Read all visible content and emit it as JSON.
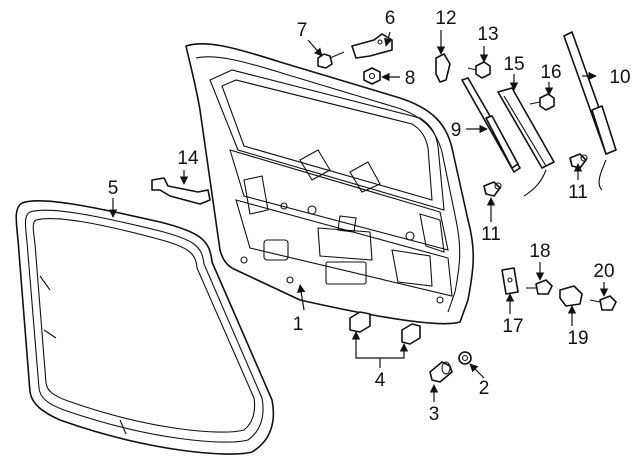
{
  "callouts": {
    "c1": "1",
    "c2": "2",
    "c3": "3",
    "c4": "4",
    "c5": "5",
    "c6": "6",
    "c7": "7",
    "c8": "8",
    "c9": "9",
    "c10": "10",
    "c11a": "11",
    "c11b": "11",
    "c12": "12",
    "c13": "13",
    "c14": "14",
    "c15": "15",
    "c16": "16",
    "c17": "17",
    "c18": "18",
    "c19": "19",
    "c20": "20"
  },
  "colors": {
    "line": "#111111",
    "background": "#ffffff"
  }
}
